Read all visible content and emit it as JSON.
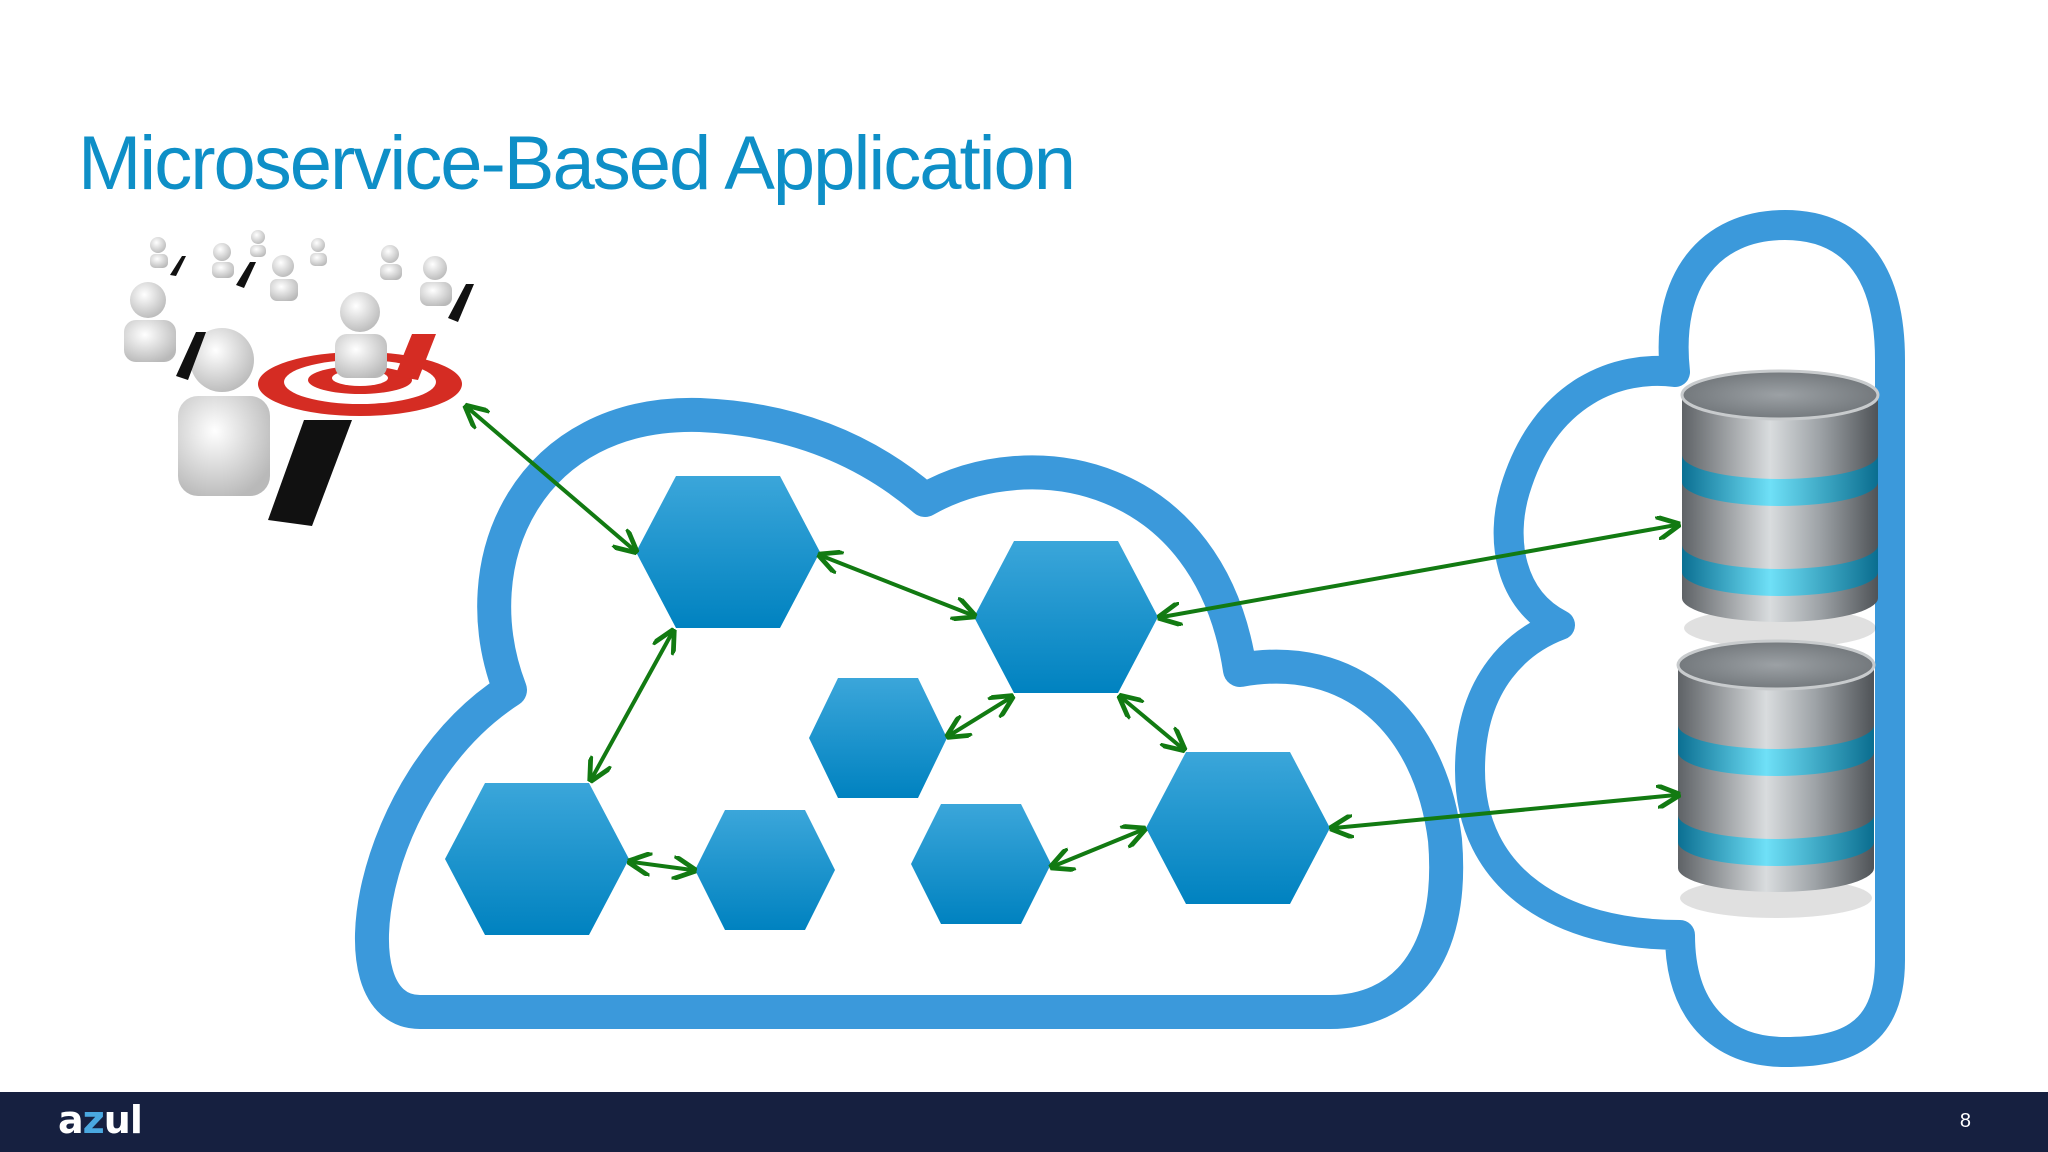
{
  "slide": {
    "title": "Microservice-Based Application",
    "page_number": "8"
  },
  "footer": {
    "logo_prefix": "a",
    "logo_z": "z",
    "logo_suffix": "ul"
  },
  "colors": {
    "title": "#0e8fc7",
    "cloud_outline": "#3b99db",
    "hexagon": "#0a8ac8",
    "arrow": "#127a12",
    "footer_bg": "#162040",
    "database_ring": "#2fb6dc"
  },
  "icons": {
    "users": "users-group-target-icon",
    "service": "hexagon-icon",
    "database": "database-icon",
    "cloud": "cloud-icon"
  }
}
